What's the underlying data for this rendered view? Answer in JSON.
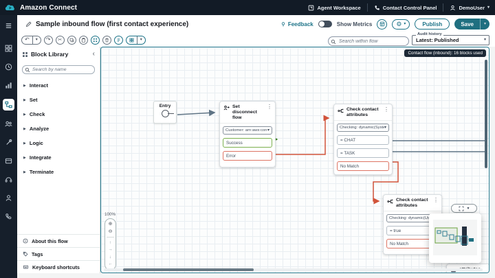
{
  "colors": {
    "accent_teal": "#1b7287",
    "save_button_bg": "#1f6f80",
    "topbar_bg": "#121b26",
    "canvas_border": "#2d7f93",
    "error_red": "#d1533a",
    "success_green": "#3f8624",
    "connector_slate": "#5f7485",
    "badge_bg": "#1d2936"
  },
  "icons_unicode": {
    "caret-down": "▾",
    "kebab-menu": "⋮",
    "collapse-chevron": "‹",
    "category-triangle": "▶",
    "undo": "↶",
    "redo": "↷",
    "cut-scissors": "✂",
    "gear": "⚙",
    "zoom-in": "⊕",
    "zoom-out": "⊖",
    "arrow-up": "↑",
    "arrow-right": "→",
    "arrow-down": "↓",
    "arrow-left": "←"
  },
  "topbar": {
    "brand": "Amazon Connect",
    "links": [
      {
        "label": "Agent Workspace"
      },
      {
        "label": "Contact Control Panel"
      }
    ],
    "user": "DemoUser"
  },
  "title_row": {
    "title": "Sample inbound flow (first contact experience)",
    "feedback_label": "Feedback",
    "show_metrics_label": "Show Metrics",
    "publish_label": "Publish",
    "save_label": "Save"
  },
  "toolbar_row": {
    "search_placeholder": "Search within flow",
    "audit_history_label": "Audit history",
    "audit_history_value": "Latest: Published"
  },
  "block_library": {
    "title": "Block Library",
    "search_placeholder": "Search by name",
    "categories": [
      "Interact",
      "Set",
      "Check",
      "Analyze",
      "Logic",
      "Integrate",
      "Terminate"
    ],
    "footer": [
      "About this flow",
      "Tags",
      "Keyboard shortcuts"
    ]
  },
  "canvas": {
    "badge": "Contact flow (inbound): 16 blocks used",
    "zoom_level": "100%",
    "entry_label": "Entry",
    "blocks": {
      "set_disconnect": {
        "title": "Set disconnect flow",
        "param": "Customer: arn:aws:connec...",
        "outputs": [
          "Success",
          "Error"
        ]
      },
      "check1": {
        "title": "Check contact attributes",
        "param": "Checking: dynamic(Syste...",
        "outputs": [
          "= CHAT",
          "= TASK",
          "No Match"
        ]
      },
      "check2": {
        "title": "Check contact attributes",
        "param": "Checking: dynamic(User d...",
        "outputs": [
          "= true",
          "No Match"
        ]
      },
      "partial_block": {
        "title": "attributes"
      }
    }
  }
}
